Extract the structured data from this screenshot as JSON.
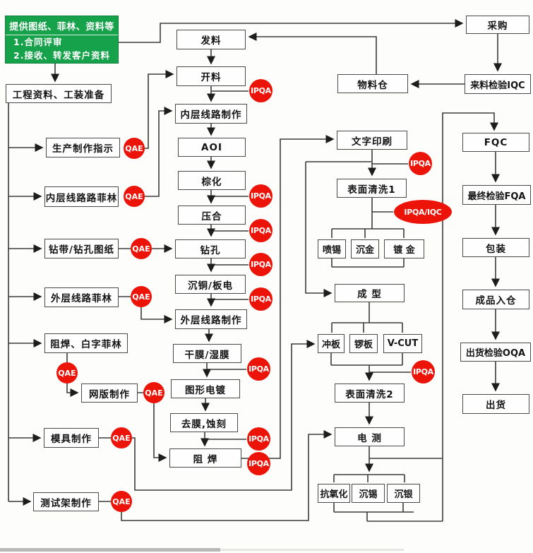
{
  "colors": {
    "green": "#16a24a",
    "red": "#ec1408",
    "line": "#3c3c3c",
    "box_border": "#4a4a4a"
  },
  "start_box": {
    "title": "提供图纸、菲林、资料等",
    "item1": "1.合同评审",
    "item2": "2.接收、转发客户资料"
  },
  "badges": {
    "qae": "QAE",
    "ipqa": "IPQA",
    "ipqa_iqc": "IPQA/IQC"
  },
  "nodes": {
    "prep": "工程资料、工装准备",
    "prod_instruction": "生产制作指示",
    "inner_film": "内层线路路菲林",
    "drill_doc": "钻带/钻孔图纸",
    "outer_film": "外层线路菲林",
    "mask_film": "阻焊、白字菲林",
    "screen_make": "网版制作",
    "mold_make": "模具制作",
    "testjig_make": "测试架制作",
    "issue_material": "发料",
    "cutting": "开料",
    "inner_layer_make": "内层线路制作",
    "aoi": "AOI",
    "brown_oxide": "棕化",
    "lamination": "压合",
    "drilling": "钻孔",
    "pth_plating": "沉铜/板电",
    "outer_layer_make": "外层线路制作",
    "dry_wet_film": "干膜/湿膜",
    "pattern_plating": "图形电镀",
    "strip_etch": "去膜,蚀刻",
    "solder_mask": "阻 焊",
    "legend_print": "文字印刷",
    "surface_clean1": "表面清洗1",
    "hasl": "喷锡",
    "immersion_gold": "沉金",
    "gold_plating": "镀 金",
    "forming": "成 型",
    "punch": "冲板",
    "rout": "锣板",
    "vcut": "V-CUT",
    "surface_clean2": "表面清洗2",
    "etest": "电 测",
    "anti_oxidation": "抗氧化",
    "immersion_tin": "沉锡",
    "immersion_silver": "沉银",
    "purchase": "采购",
    "iqc": "来料检验IQC",
    "material_store": "物料仓",
    "fqc": "FQC",
    "fqa": "最终检验FQA",
    "packing": "包装",
    "fg_warehouse": "成品入仓",
    "oqa": "出货检验OQA",
    "shipping": "出货"
  }
}
